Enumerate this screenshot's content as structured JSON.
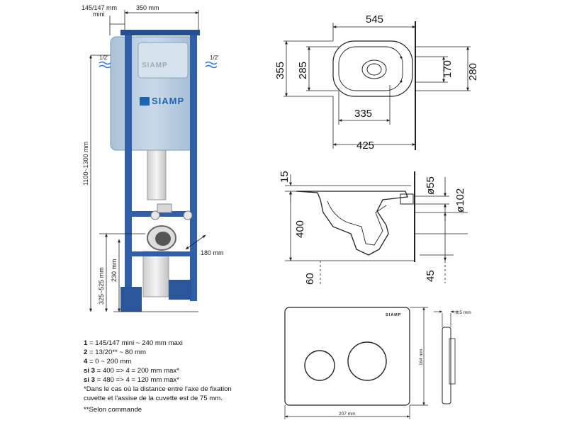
{
  "frame": {
    "dim_depth": "145/147 mm",
    "dim_depth_sub": "mini",
    "dim_width": "350 mm",
    "pipe_left": "1/2'",
    "pipe_right": "1/2'",
    "brand": "SIAMP",
    "dim_height": "1100~1300 mm",
    "dim_bottom": "325~525 mm",
    "dim_drain": "230 mm",
    "dim_offset": "180 mm"
  },
  "notes": [
    {
      "key": "1",
      "text": " = 145/147 mini ~ 240 mm maxi"
    },
    {
      "key": "2",
      "text": " = 13/20** ~ 80 mm"
    },
    {
      "key": "4",
      "text": " = 0 ~ 200 mm"
    },
    {
      "key": "si 3",
      "text": " = 400 => 4 = 200 mm max*"
    },
    {
      "key": "si 3",
      "text": " = 480 => 4 = 120 mm max*"
    }
  ],
  "footnote_1": "*Dans le cas où la distance entre l'axe de fixation",
  "footnote_2": "cuvette et l'assise de la cuvette est de 75 mm.",
  "footnote_3": "**Selon commande",
  "bowl_top": {
    "d545": "545",
    "d355": "355",
    "d285": "285",
    "d170": "170",
    "d280": "280",
    "d335": "335",
    "d425": "425"
  },
  "bowl_side": {
    "d15": "15",
    "d55": "ø55",
    "d102": "ø102",
    "d400": "400",
    "d60": "60",
    "d45": "45"
  },
  "plate": {
    "brand": "SIAMP",
    "d85": "8,5 mm",
    "d164": "164 mm",
    "d207": "207 mm"
  },
  "colors": {
    "frame_blue": "#2f5fa8",
    "tank": "#b9cfe0",
    "brand_blue": "#1e64b4"
  }
}
